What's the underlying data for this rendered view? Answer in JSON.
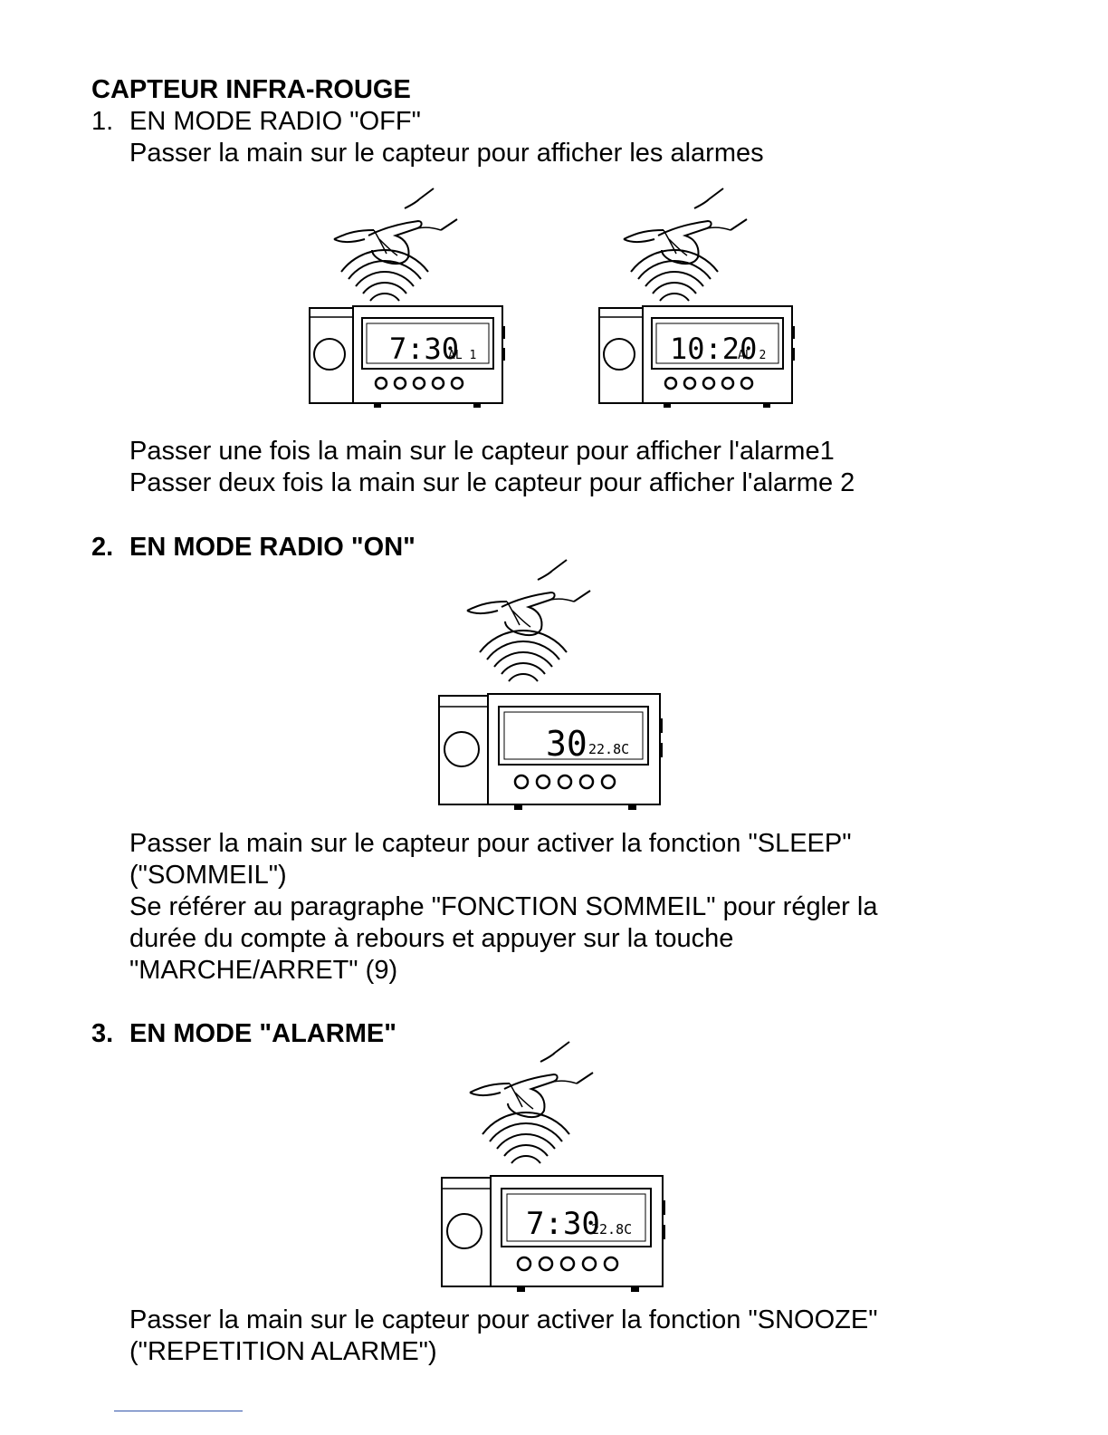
{
  "heading": "CAPTEUR INFRA-ROUGE",
  "section1": {
    "number": "1.",
    "title": "EN MODE RADIO \"OFF\"",
    "intro": "Passer la main sur le capteur pour afficher les alarmes",
    "figure_left": {
      "time": "7:30",
      "label": "AL 1"
    },
    "figure_right": {
      "time": "10:20",
      "label": "AL 2"
    },
    "lines": [
      "Passer une fois la main sur le capteur pour afficher l'alarme1",
      "Passer deux fois la main sur le capteur pour afficher l'alarme 2"
    ]
  },
  "section2": {
    "number": "2.",
    "title": "EN MODE RADIO \"ON\"",
    "figure": {
      "time": "30",
      "temp": "22.8C"
    },
    "lines": [
      "Passer la main sur le capteur pour activer la fonction \"SLEEP\"",
      "(\"SOMMEIL\")",
      "Se référer au paragraphe \"FONCTION SOMMEIL\" pour régler la",
      "durée du compte à rebours et appuyer sur la touche",
      "\"MARCHE/ARRET\" (9)"
    ]
  },
  "section3": {
    "number": "3.",
    "title": "EN MODE \"ALARME\"",
    "figure": {
      "time": "7:30",
      "temp": "22.8C"
    },
    "lines": [
      "Passer la main sur le capteur pour activer la fonction \"SNOOZE\"",
      "(\"REPETITION ALARME\")"
    ]
  }
}
